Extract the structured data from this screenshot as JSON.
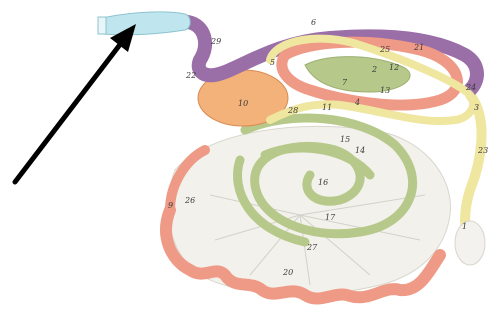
{
  "labels": [
    {
      "text": "6",
      "key": "l6"
    },
    {
      "text": "29",
      "key": "l29"
    },
    {
      "text": "22",
      "key": "l22"
    },
    {
      "text": "5",
      "key": "l5"
    },
    {
      "text": "21",
      "key": "l21"
    },
    {
      "text": "25",
      "key": "l25"
    },
    {
      "text": "24",
      "key": "l24"
    },
    {
      "text": "3",
      "key": "l3"
    },
    {
      "text": "10",
      "key": "l10"
    },
    {
      "text": "28",
      "key": "l28"
    },
    {
      "text": "11",
      "key": "l11"
    },
    {
      "text": "4",
      "key": "l4"
    },
    {
      "text": "13",
      "key": "l13"
    },
    {
      "text": "14",
      "key": "l14"
    },
    {
      "text": "15",
      "key": "l15"
    },
    {
      "text": "16",
      "key": "l16"
    },
    {
      "text": "9",
      "key": "l9"
    },
    {
      "text": "26",
      "key": "l26"
    },
    {
      "text": "17",
      "key": "l17"
    },
    {
      "text": "27",
      "key": "l27"
    },
    {
      "text": "20",
      "key": "l20"
    },
    {
      "text": "23",
      "key": "l23"
    },
    {
      "text": "1",
      "key": "l1"
    },
    {
      "text": "2",
      "key": "l2"
    },
    {
      "text": "12",
      "key": "l12"
    },
    {
      "text": "7",
      "key": "l7"
    }
  ],
  "colors": {
    "esophagus": "#bfe6ee",
    "purple": "#9a6ea6",
    "orange": "#f2b27a",
    "pink": "#ef9a86",
    "green": "#b7c98a",
    "yellow": "#efe6a0",
    "mesentery": "#f2f1ec",
    "arrow": "#000000"
  }
}
